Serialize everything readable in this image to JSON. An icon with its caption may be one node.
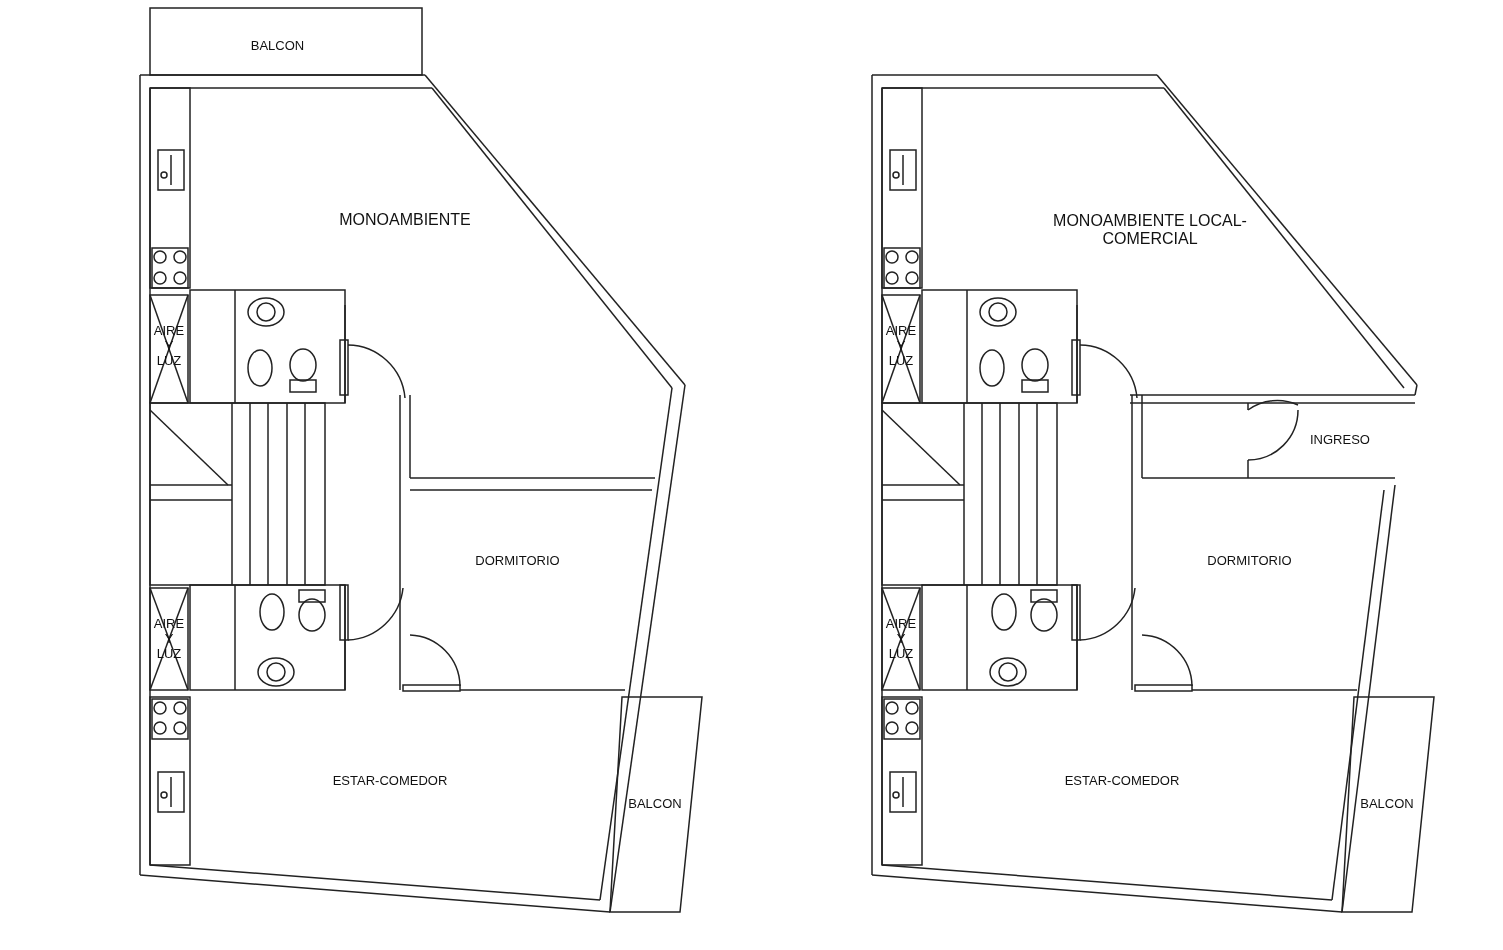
{
  "diagram": {
    "nodes": [
      {
        "text": [
          "BALCON"
        ]
      },
      {
        "text": [
          "MONOAMBIENTE"
        ]
      },
      {
        "text": [
          "AIRE Y LUZ"
        ]
      },
      {
        "text": [
          "AIRE Y LUZ"
        ]
      },
      {
        "text": [
          "DORMITORIO"
        ]
      },
      {
        "text": [
          "ESTAR-COMEDOR"
        ]
      },
      {
        "text": [
          "BALCON"
        ]
      },
      {
        "text": [
          "MONOAMBIENTE LOCAL-COMERCIAL"
        ]
      },
      {
        "text": [
          "AIRE Y LUZ"
        ]
      },
      {
        "text": [
          "AIRE Y LUZ"
        ]
      },
      {
        "text": [
          "DORMITORIO"
        ]
      },
      {
        "text": [
          "ESTAR-COMEDOR"
        ]
      },
      {
        "text": [
          "BALCON"
        ]
      }
    ],
    "labels": [
      "INGRESO"
    ]
  }
}
